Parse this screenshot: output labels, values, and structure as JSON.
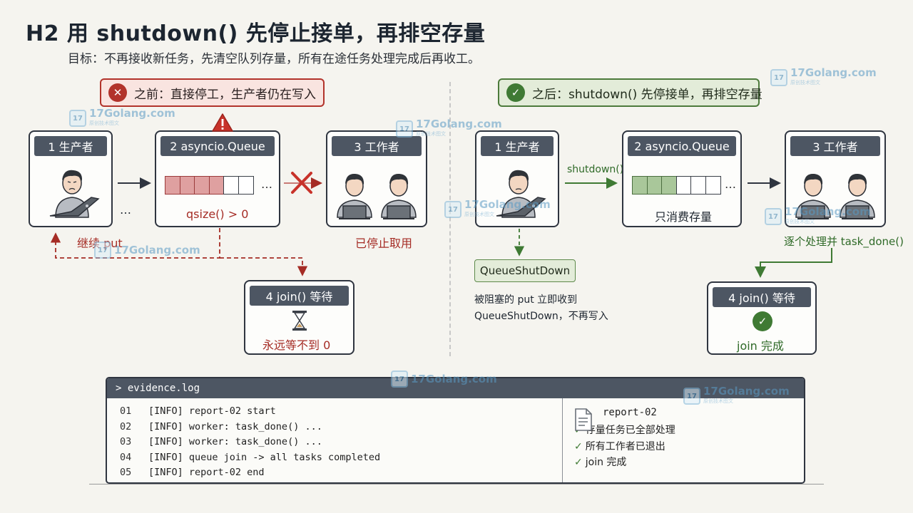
{
  "header": {
    "title": "H2  用 shutdown() 先停止接单，再排空存量",
    "subtitle": "目标：不再接收新任务，先清空队列存量，所有在途任务处理完成后再收工。"
  },
  "before": {
    "banner": "之前：直接停工，生产者仍在写入",
    "producer_title": "1 生产者",
    "queue_title": "2 asyncio.Queue",
    "queue_label": "qsize() > 0",
    "workers_title": "3 工作者",
    "workers_label": "已停止取用",
    "continue_put": "继续 put",
    "join_title": "4 join() 等待",
    "join_label": "永远等不到 0",
    "ellipsis": "…",
    "colors": {
      "accent": "#b2332b"
    }
  },
  "after": {
    "banner": "之后：shutdown() 先停接单，再排空存量",
    "producer_title": "1 生产者",
    "shutdown_label": "shutdown()",
    "queue_title": "2 asyncio.Queue",
    "queue_label": "只消费存量",
    "workers_title": "3 工作者",
    "workers_label": "逐个处理并 task_done()",
    "exception_badge": "QueueShutDown",
    "exception_note_1": "被阻塞的 put 立即收到",
    "exception_note_2": "QueueShutDown，不再写入",
    "join_title": "4 join() 等待",
    "join_label": "join 完成",
    "ellipsis": "…",
    "colors": {
      "accent": "#3f7a34"
    }
  },
  "log": {
    "title": "> evidence.log",
    "lines": [
      {
        "num": "01",
        "text": "[INFO] report-02  start"
      },
      {
        "num": "02",
        "text": "[INFO] worker: task_done()  ..."
      },
      {
        "num": "03",
        "text": "[INFO] worker: task_done()  ..."
      },
      {
        "num": "04",
        "text": "[INFO] queue join -> all tasks completed"
      },
      {
        "num": "05",
        "text": "[INFO] report-02  end"
      }
    ],
    "report_title": "report-02",
    "report_items": [
      "存量任务已全部处理",
      "所有工作者已退出",
      "join 完成"
    ]
  },
  "watermark": {
    "text": "17Golang.com",
    "sub": "原创技术图文"
  },
  "icons": {
    "error": "x-circle-icon",
    "success": "check-circle-icon",
    "warning": "warning-triangle-icon",
    "hourglass": "hourglass-icon",
    "blocked": "x-mark-icon",
    "document": "document-icon",
    "check": "check-icon"
  }
}
